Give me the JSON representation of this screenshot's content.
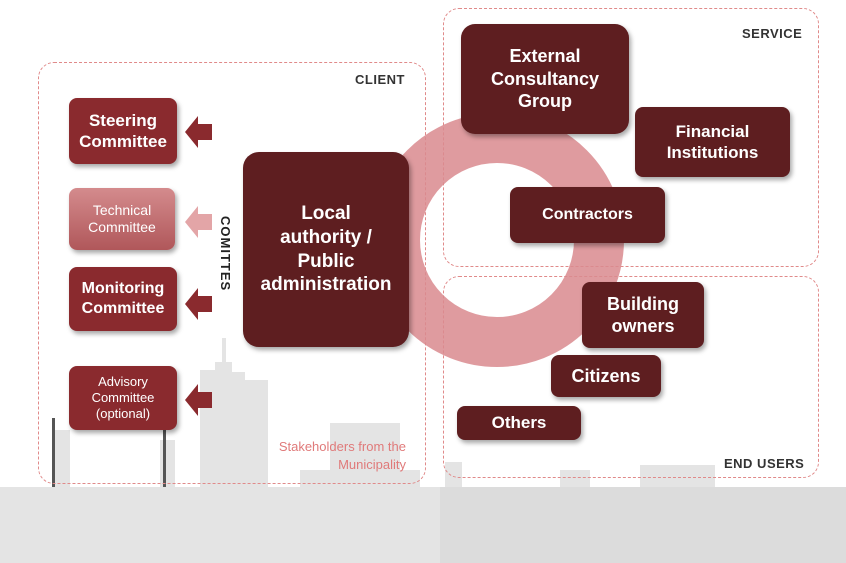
{
  "regions": {
    "client": "CLIENT",
    "service": "SERVICE",
    "end_users": "END USERS"
  },
  "committees_label": "COMITTES",
  "committees": {
    "steering": "Steering\nCommittee",
    "technical": "Technical\nCommittee",
    "monitoring": "Monitoring\nCommittee",
    "advisory": "Advisory\nCommittee\n(optional)"
  },
  "local_authority": "Local\nauthority /\nPublic\nadministration",
  "service_boxes": {
    "consultancy": "External\nConsultancy\nGroup",
    "financial": "Financial\nInstitutions",
    "contractors": "Contractors"
  },
  "end_user_boxes": {
    "building_owners": "Building\nowners",
    "citizens": "Citizens",
    "others": "Others"
  },
  "stakeholders_note": "Stakeholders from the\nMunicipality",
  "colors": {
    "dark_box": "#5e1e20",
    "mid_box": "#8a2a2e",
    "ring": "#d98a8e",
    "skyline": "#e3e3e3",
    "dashed_border": "#e08a8a"
  }
}
